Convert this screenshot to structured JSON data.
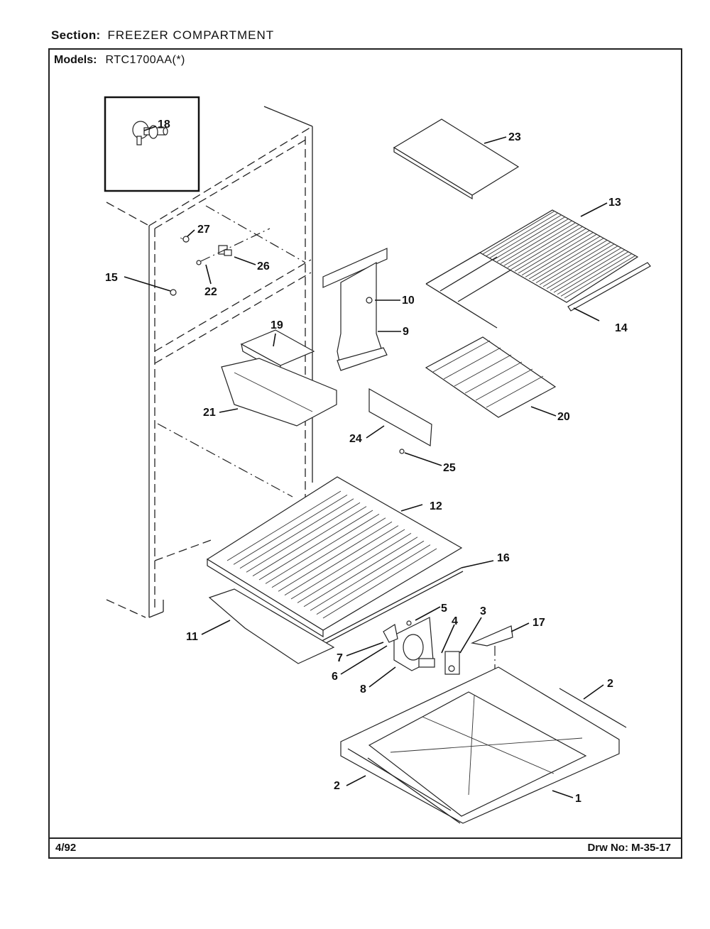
{
  "header": {
    "section_label": "Section:",
    "section_value": "FREEZER COMPARTMENT",
    "models_label": "Models:",
    "models_value": "RTC1700AA(*)"
  },
  "footer": {
    "date": "4/92",
    "drawing_number": "Drw No: M-35-17"
  },
  "callouts": {
    "c1": "1",
    "c2a": "2",
    "c2b": "2",
    "c3": "3",
    "c4": "4",
    "c5": "5",
    "c6": "6",
    "c7": "7",
    "c8": "8",
    "c9": "9",
    "c10": "10",
    "c11": "11",
    "c12": "12",
    "c13": "13",
    "c14": "14",
    "c15": "15",
    "c16": "16",
    "c17": "17",
    "c18": "18",
    "c19": "19",
    "c20": "20",
    "c21": "21",
    "c22": "22",
    "c23": "23",
    "c24": "24",
    "c25": "25",
    "c26": "26",
    "c27": "27"
  }
}
